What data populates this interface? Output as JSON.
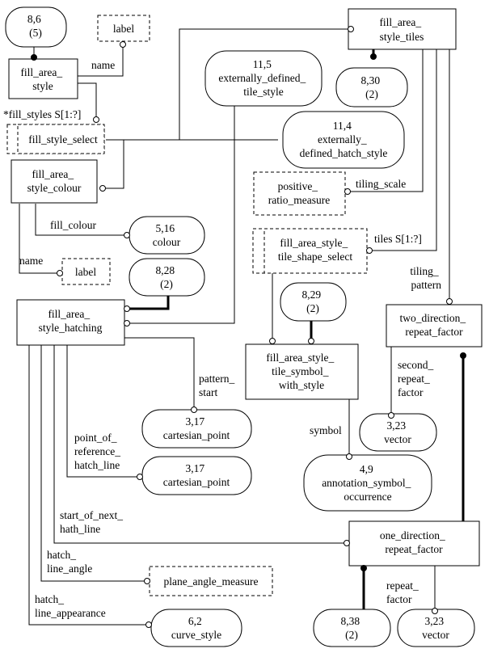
{
  "nodes": {
    "ref_8_6": [
      "8,6",
      "(5)"
    ],
    "label_top": [
      "label"
    ],
    "fill_area_style": [
      "fill_area_",
      "style"
    ],
    "fill_area_style_tiles": [
      "fill_area_",
      "style_tiles"
    ],
    "ext_tile_style": [
      "11,5",
      "externally_defined_",
      "tile_style"
    ],
    "ref_8_30": [
      "8,30",
      "(2)"
    ],
    "fill_style_select": [
      "fill_style_select"
    ],
    "ext_hatch_style": [
      "11,4",
      "externally_",
      "defined_hatch_style"
    ],
    "fill_area_style_colour": [
      "fill_area_",
      "style_colour"
    ],
    "positive_ratio_measure": [
      "positive_",
      "ratio_measure"
    ],
    "colour": [
      "5,16",
      "colour"
    ],
    "tile_shape_select": [
      "fill_area_style_",
      "tile_shape_select"
    ],
    "label_mid": [
      "label"
    ],
    "ref_8_28": [
      "8,28",
      "(2)"
    ],
    "fill_area_style_hatching": [
      "fill_area_",
      "style_hatching"
    ],
    "ref_8_29": [
      "8,29",
      "(2)"
    ],
    "two_direction_repeat_factor": [
      "two_direction_",
      "repeat_factor"
    ],
    "tile_symbol_with_style": [
      "fill_area_style_",
      "tile_symbol_",
      "with_style"
    ],
    "cartesian_point_1": [
      "3,17",
      "cartesian_point"
    ],
    "vector_1": [
      "3,23",
      "vector"
    ],
    "cartesian_point_2": [
      "3,17",
      "cartesian_point"
    ],
    "annotation_symbol_occurrence": [
      "4,9",
      "annotation_symbol_",
      "occurrence"
    ],
    "one_direction_repeat_factor": [
      "one_direction_",
      "repeat_factor"
    ],
    "plane_angle_measure": [
      "plane_angle_measure"
    ],
    "curve_style": [
      "6,2",
      "curve_style"
    ],
    "ref_8_38": [
      "8,38",
      "(2)"
    ],
    "vector_2": [
      "3,23",
      "vector"
    ]
  },
  "edge_labels": {
    "name_1": [
      "name"
    ],
    "fill_styles": [
      "*fill_styles S[1:?]"
    ],
    "tiling_scale": [
      "tiling_scale"
    ],
    "fill_colour": [
      "fill_colour"
    ],
    "tiles": [
      "tiles S[1:?]"
    ],
    "name_2": [
      "name"
    ],
    "tiling_pattern": [
      "tiling_",
      "pattern"
    ],
    "pattern_start": [
      "pattern_",
      "start"
    ],
    "second_repeat_factor": [
      "second_",
      "repeat_",
      "factor"
    ],
    "symbol": [
      "symbol"
    ],
    "point_of_reference_hatch_line": [
      "point_of_",
      "reference_",
      "hatch_line"
    ],
    "start_of_next_hath_line": [
      "start_of_next_",
      "hath_line"
    ],
    "hatch_line_angle": [
      "hatch_",
      "line_angle"
    ],
    "repeat_factor": [
      "repeat_",
      "factor"
    ],
    "hatch_line_appearance": [
      "hatch_",
      "line_appearance"
    ]
  }
}
